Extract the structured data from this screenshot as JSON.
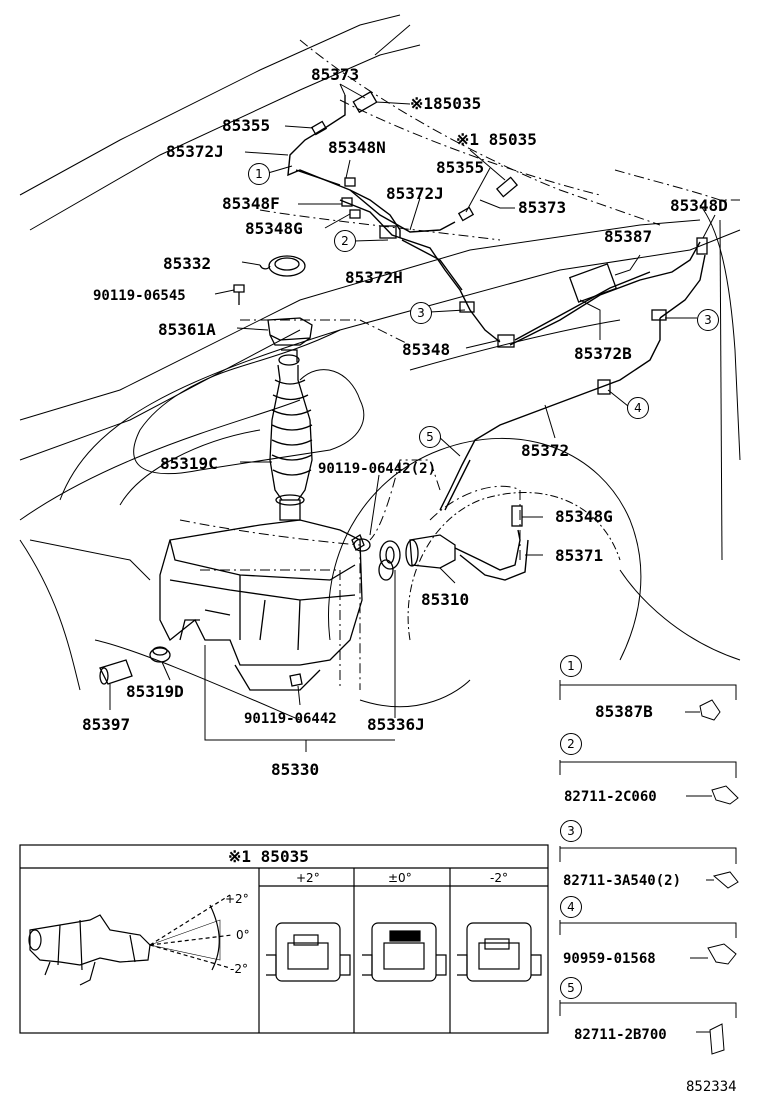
{
  "labels": {
    "p85373_top": "85373",
    "p85035_top": "※185035",
    "p85355_left": "85355",
    "p85372J_left": "85372J",
    "p85348N": "85348N",
    "p85035_mid": "※1 85035",
    "p85355_right": "85355",
    "p85348F": "85348F",
    "p85372J_right": "85372J",
    "p85373_right": "85373",
    "p85348G_top": "85348G",
    "p85348D": "85348D",
    "p85387": "85387",
    "p85332": "85332",
    "p85372H": "85372H",
    "p90119_06545": "90119-06545",
    "p85361A": "85361A",
    "p85348": "85348",
    "p85372B": "85372B",
    "p85319C": "85319C",
    "p90119_06442_2": "90119-06442(2)",
    "p85372": "85372",
    "p85348G_low": "85348G",
    "p85371": "85371",
    "p85310": "85310",
    "p85319D": "85319D",
    "p85397": "85397",
    "p90119_06442": "90119-06442",
    "p85336J": "85336J",
    "p85330": "85330",
    "p85387B": "85387B",
    "p82711_2C060": "82711-2C060",
    "p82711_3A540": "82711-3A540(2)",
    "p90959_01568": "90959-01568",
    "p82711_2B700": "82711-2B700",
    "catalog_number": "852334"
  },
  "callouts": {
    "c1": "1",
    "c2": "2",
    "c3": "3",
    "c4": "4",
    "c5": "5"
  },
  "inset": {
    "title": "※1 85035",
    "col1": "+2°",
    "col2": "±0°",
    "col3": "-2°",
    "angle_plus": "+2°",
    "angle_zero": "0°",
    "angle_minus": "-2°"
  }
}
